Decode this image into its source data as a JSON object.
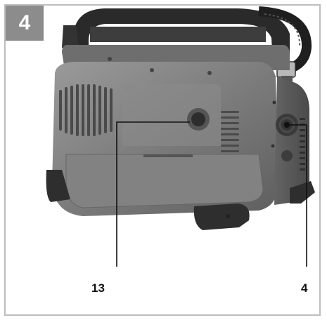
{
  "figure": {
    "number": "4",
    "callouts": [
      {
        "label": "13"
      },
      {
        "label": "4"
      }
    ]
  },
  "colors": {
    "frame_border": "#bdbdbd",
    "number_badge": "#8c8c8c",
    "housing": "#7a7a7a",
    "rubber": "#2e2e2e"
  }
}
